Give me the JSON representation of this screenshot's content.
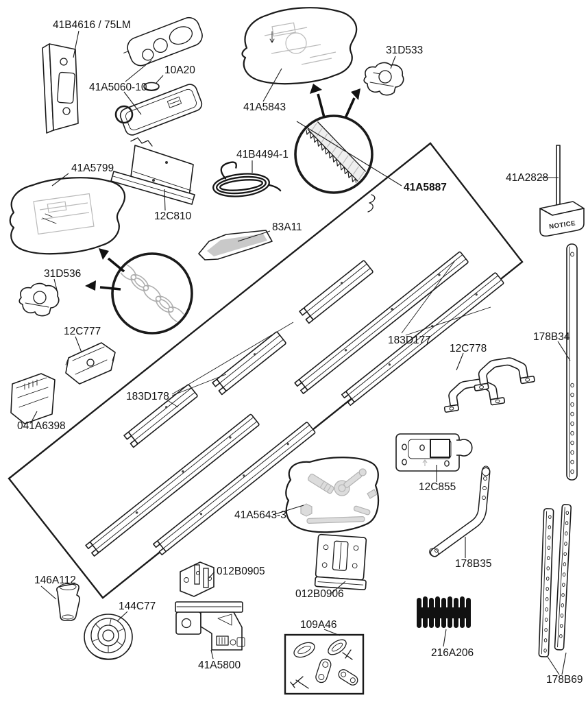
{
  "parts": {
    "wall_console": "41B4616 / 75LM",
    "visor_remote": "41A5060-10",
    "battery": "10A20",
    "parts_blanket_top": "41A5843",
    "trolley_stop_right": "31D533",
    "bell_wire": "41B4494-1",
    "header_bracket": "12C810",
    "parts_blanket_left": "41A5799",
    "grease_strip": "83A11",
    "rail_belt_closeup": "41A5887",
    "caution_sign": "41A2828",
    "caution_sign_text": "NOTICE",
    "trolley_stop_left": "31D536",
    "rail_clamp": "12C777",
    "labels_sheet": "041A6398",
    "rail_short": "183D178",
    "rail_long": "183D177",
    "u_brackets": "12C778",
    "hanger_bar": "178B34",
    "door_bracket_plate": "12C855",
    "curved_door_arm": "178B35",
    "hardware_bag": "41A5643-3",
    "chain_spreader": "146A112",
    "safety_bracket": "012B0905",
    "wall_mount_plate": "012B0906",
    "idler_pulley": "144C77",
    "trolley_assembly": "41A5800",
    "master_links_kit": "109A46",
    "spring": "216A206",
    "perforated_angles": "178B69"
  }
}
